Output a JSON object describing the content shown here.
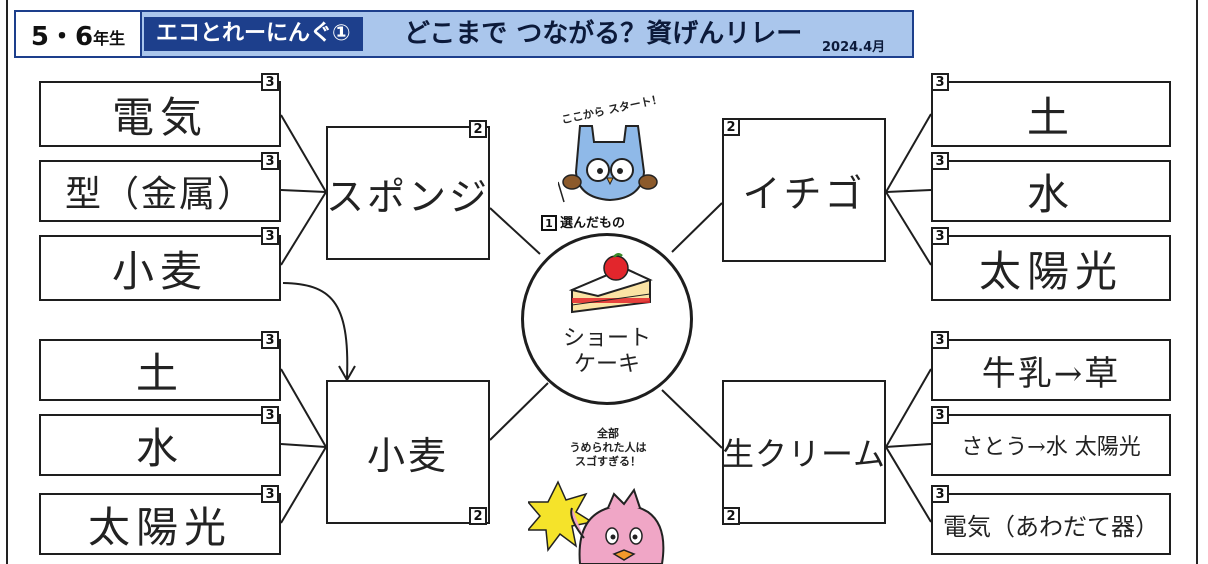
{
  "header": {
    "grade_num": "5・6",
    "grade_suffix": "年生",
    "series": "エコとれーにんぐ①",
    "title": "どこまで つながる？資げんリレー",
    "date": "2024.4月"
  },
  "center": {
    "label_line1": "ショート",
    "label_line2": "ケーキ",
    "start_caption": "ここから スタート！",
    "chosen_number": "1",
    "chosen_label": "選んだもの",
    "praise_line1": "全部",
    "praise_line2": "うめられた人は",
    "praise_line3": "スゴすぎる！"
  },
  "tier_numbers": {
    "two": "2",
    "three": "3"
  },
  "left_top": {
    "mid": "スポンジ",
    "outer": [
      "電気",
      "型（金属）",
      "小麦"
    ]
  },
  "left_bottom": {
    "mid": "小麦",
    "outer": [
      "土",
      "水",
      "太陽光"
    ]
  },
  "right_top": {
    "mid": "イチゴ",
    "outer": [
      "土",
      "水",
      "太陽光"
    ]
  },
  "right_bottom": {
    "mid": "生クリーム",
    "outer": [
      "牛乳→草",
      "さとう→水 太陽光",
      "電気（あわだて器）"
    ]
  },
  "colors": {
    "header_band": "#aac6ec",
    "header_tag": "#1d3f8c",
    "owl": "#8fb9e8",
    "cake_strawberry": "#e2262c",
    "mascot": "#f0a6c6",
    "burst": "#f5e32a"
  }
}
